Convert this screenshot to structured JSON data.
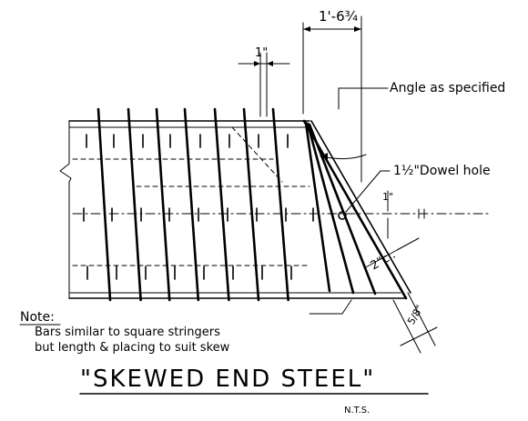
{
  "drawing": {
    "title": "\"SKEWED END STEEL\"",
    "scale_note": "N.T.S.",
    "dimensions": {
      "overall_offset": "1'-6¾",
      "bar_spacing": "1\"",
      "edge_distance": "2\"cl.",
      "bar_size": "5/8\""
    },
    "callouts": {
      "angle": "Angle as specified",
      "dowel_hole": "1½\"Dowel hole",
      "dowel_dim": "1\""
    },
    "note": {
      "heading": "Note:",
      "line1": "Bars similar to square stringers",
      "line2": "but length & placing to suit skew"
    }
  }
}
